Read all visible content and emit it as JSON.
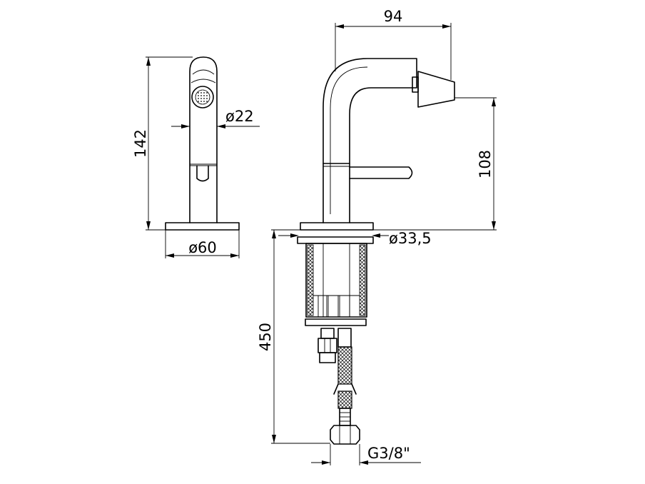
{
  "dimensions": {
    "width_top": "94",
    "total_height": "142",
    "spout_height": "108",
    "outlet_diameter": "ø22",
    "base_diameter": "ø60",
    "hole_diameter": "ø33,5",
    "hose_length": "450",
    "connection": "G3/8\""
  },
  "views": [
    "front-view",
    "side-view"
  ],
  "colors": {
    "line": "#000000",
    "background": "#ffffff"
  }
}
